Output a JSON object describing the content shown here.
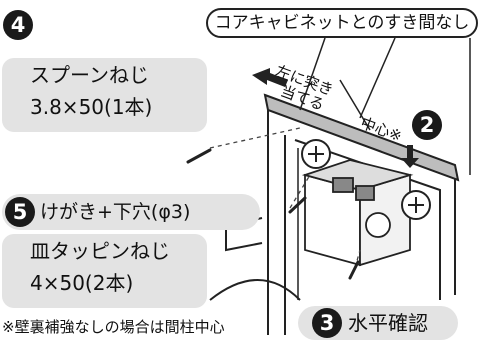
{
  "callout_label": "コアキャビネットとのすき間なし",
  "steps": [
    {
      "number": "4",
      "lines": [
        "スプーンねじ",
        "3.8×50(1本)"
      ]
    },
    {
      "number": "5",
      "text": "けがき+下穴(φ3)"
    },
    {
      "number": "2",
      "text": "中心※"
    },
    {
      "number": "3",
      "text": "水平確認"
    }
  ],
  "screw_box": {
    "lines": [
      "皿タッピンねじ",
      "4×50(2本)"
    ]
  },
  "note": "※壁裏補強なしの場合は間柱中心",
  "push_label": [
    "左に突き",
    "当てる"
  ]
}
